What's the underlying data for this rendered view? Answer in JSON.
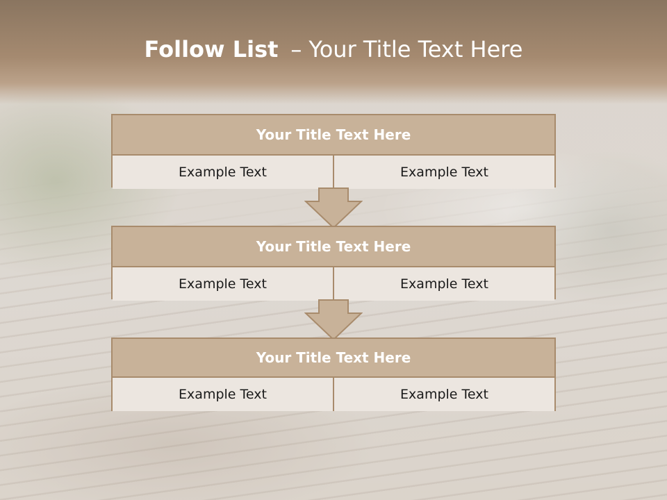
{
  "slide": {
    "title_bold": "Follow List",
    "title_separator": "–",
    "title_rest": "Your Title Text Here"
  },
  "steps": [
    {
      "title": "Your Title Text Here",
      "left": "Example Text",
      "right": "Example Text"
    },
    {
      "title": "Your Title Text Here",
      "left": "Example Text",
      "right": "Example Text"
    },
    {
      "title": "Your Title Text Here",
      "left": "Example Text",
      "right": "Example Text"
    }
  ],
  "colors": {
    "header_band": "#a58a70",
    "block_header": "#c8b299",
    "block_border": "#a88b6c",
    "block_cell": "#ece6e0",
    "arrow_fill": "#c8b299"
  }
}
